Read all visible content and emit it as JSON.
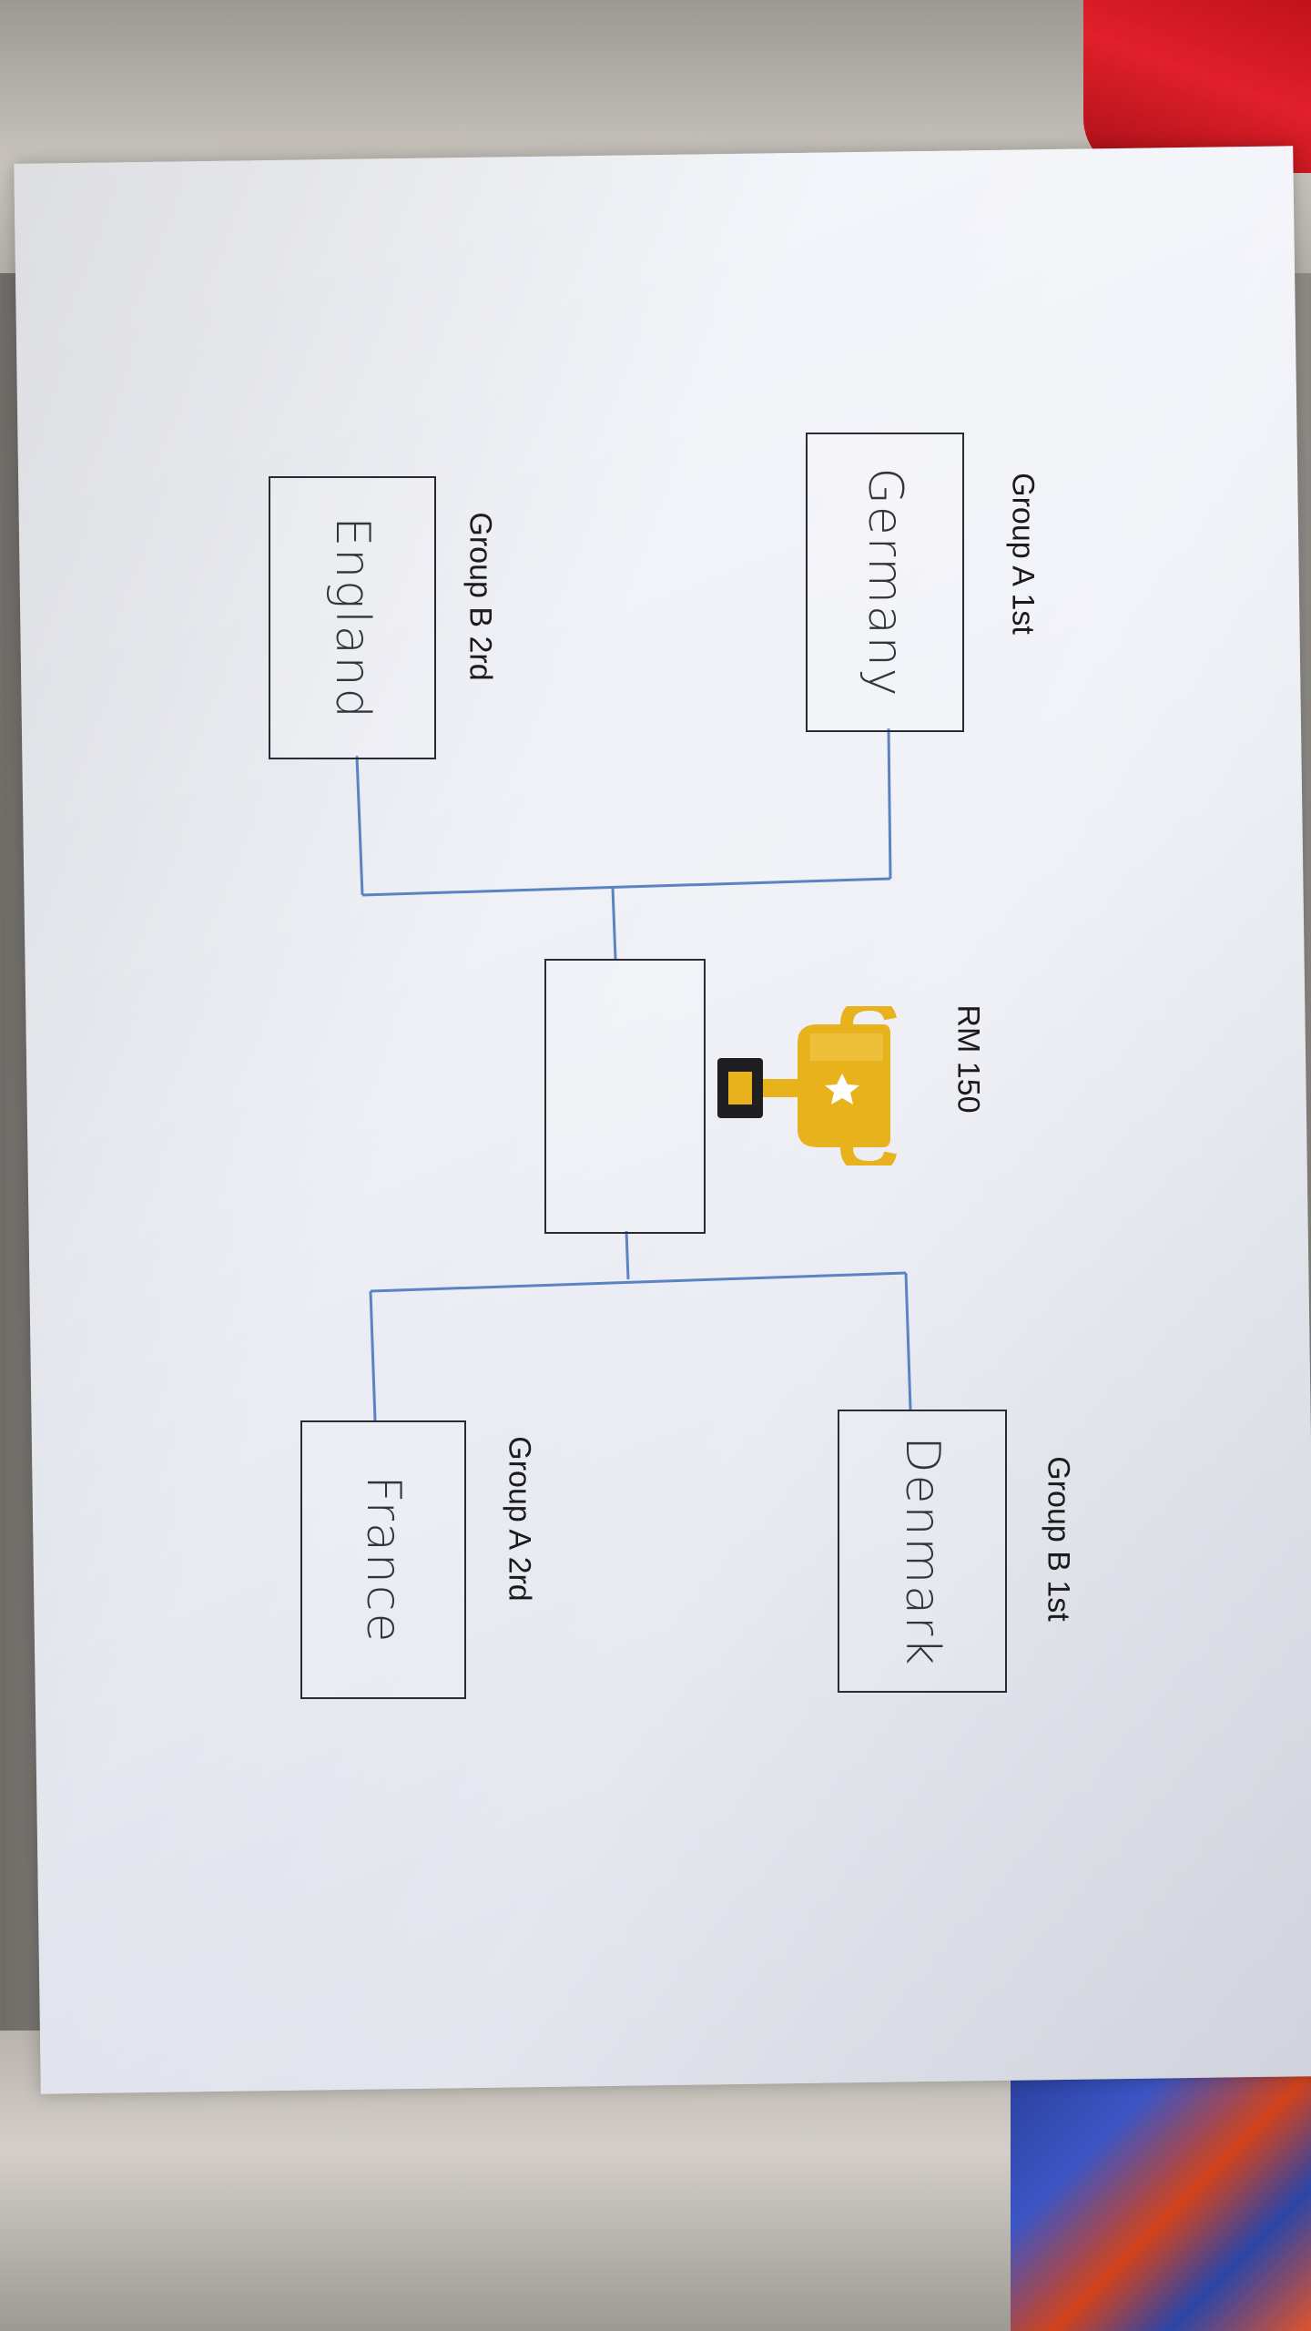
{
  "bracket": {
    "prize_label": "RM 150",
    "trophy_icon": "trophy-icon",
    "slots": {
      "top_first": {
        "label": "Group A 1st",
        "team": "Germany"
      },
      "top_second": {
        "label": "Group B 2rd",
        "team": "England"
      },
      "bottom_first": {
        "label": "Group B 1st",
        "team": "Denmark"
      },
      "bottom_second": {
        "label": "Group A 2rd",
        "team": "France"
      },
      "final": {
        "team": ""
      }
    }
  },
  "colors": {
    "line": "#5b82c2",
    "box_border": "#2b2b33",
    "trophy_gold": "#e8b21c",
    "trophy_base": "#1f1f22"
  }
}
